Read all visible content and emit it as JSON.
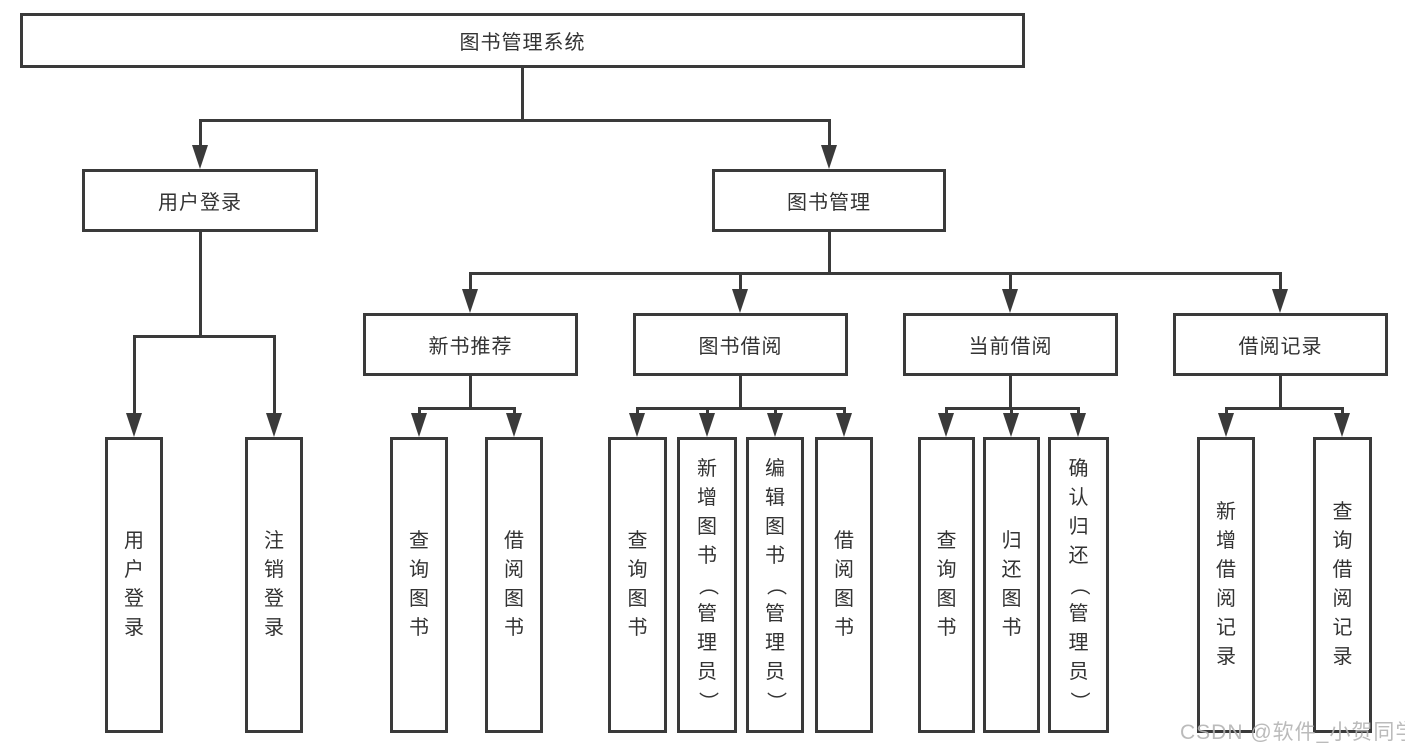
{
  "diagram": {
    "type": "hierarchy-tree",
    "background": "#ffffff",
    "line_color": "#3a3a3a",
    "text_color": "#333333",
    "watermark": {
      "text": "CSDN @软件_小贺同学",
      "color": "#b4b4b4"
    },
    "nodes": [
      {
        "id": "root",
        "label": "图书管理系统",
        "orientation": "horizontal",
        "parent": null
      },
      {
        "id": "user-login",
        "label": "用户登录",
        "orientation": "horizontal",
        "parent": "root"
      },
      {
        "id": "book-mgmt",
        "label": "图书管理",
        "orientation": "horizontal",
        "parent": "root"
      },
      {
        "id": "new-book-rec",
        "label": "新书推荐",
        "orientation": "horizontal",
        "parent": "book-mgmt"
      },
      {
        "id": "book-borrow",
        "label": "图书借阅",
        "orientation": "horizontal",
        "parent": "book-mgmt"
      },
      {
        "id": "current-borrow",
        "label": "当前借阅",
        "orientation": "horizontal",
        "parent": "book-mgmt"
      },
      {
        "id": "borrow-records",
        "label": "借阅记录",
        "orientation": "horizontal",
        "parent": "book-mgmt"
      },
      {
        "id": "leaf-user-login",
        "label": "用户登录",
        "orientation": "vertical",
        "parent": "user-login"
      },
      {
        "id": "leaf-logout",
        "label": "注销登录",
        "orientation": "vertical",
        "parent": "user-login"
      },
      {
        "id": "leaf-query-book-1",
        "label": "查询图书",
        "orientation": "vertical",
        "parent": "new-book-rec"
      },
      {
        "id": "leaf-borrow-book-1",
        "label": "借阅图书",
        "orientation": "vertical",
        "parent": "new-book-rec"
      },
      {
        "id": "leaf-query-book-2",
        "label": "查询图书",
        "orientation": "vertical",
        "parent": "book-borrow"
      },
      {
        "id": "leaf-add-book",
        "label": "新增图书（管理员）",
        "orientation": "vertical",
        "parent": "book-borrow"
      },
      {
        "id": "leaf-edit-book",
        "label": "编辑图书（管理员）",
        "orientation": "vertical",
        "parent": "book-borrow"
      },
      {
        "id": "leaf-borrow-book-2",
        "label": "借阅图书",
        "orientation": "vertical",
        "parent": "book-borrow"
      },
      {
        "id": "leaf-query-book-3",
        "label": "查询图书",
        "orientation": "vertical",
        "parent": "current-borrow"
      },
      {
        "id": "leaf-return-book",
        "label": "归还图书",
        "orientation": "vertical",
        "parent": "current-borrow"
      },
      {
        "id": "leaf-confirm-return",
        "label": "确认归还（管理员）",
        "orientation": "vertical",
        "parent": "current-borrow"
      },
      {
        "id": "leaf-add-borrow-record",
        "label": "新增借阅记录",
        "orientation": "vertical",
        "parent": "borrow-records"
      },
      {
        "id": "leaf-query-borrow-record",
        "label": "查询借阅记录",
        "orientation": "vertical",
        "parent": "borrow-records"
      }
    ]
  }
}
